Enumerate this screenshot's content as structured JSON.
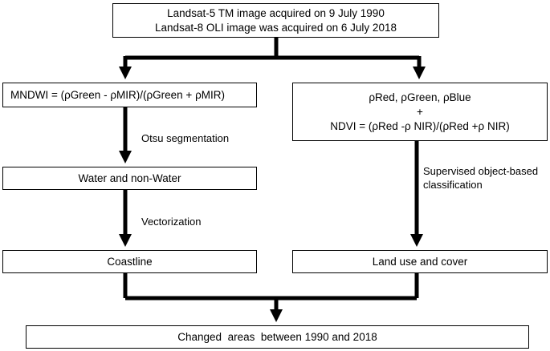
{
  "boxes": {
    "source": {
      "line1": "Landsat-5 TM image acquired on 9 July 1990",
      "line2": "Landsat-8 OLI image was acquired on 6 July 2018"
    },
    "mndwi": {
      "text": "MNDWI = (ρGreen - ρMIR)/(ρGreen + ρMIR)"
    },
    "bands": {
      "line1": "ρRed, ρGreen, ρBlue",
      "line2": "+",
      "line3": "NDVI = (ρRed -ρ NIR)/(ρRed +ρ NIR)"
    },
    "water": {
      "text": "Water and non-Water"
    },
    "coastline": {
      "text": "Coastline"
    },
    "landuse": {
      "text": "Land use and cover"
    },
    "changed": {
      "text": "Changed  areas  between 1990 and 2018"
    }
  },
  "edge_labels": {
    "otsu": "Otsu segmentation",
    "vectorization": "Vectorization",
    "supervised_line1": "Supervised object-based",
    "supervised_line2": "classification"
  }
}
